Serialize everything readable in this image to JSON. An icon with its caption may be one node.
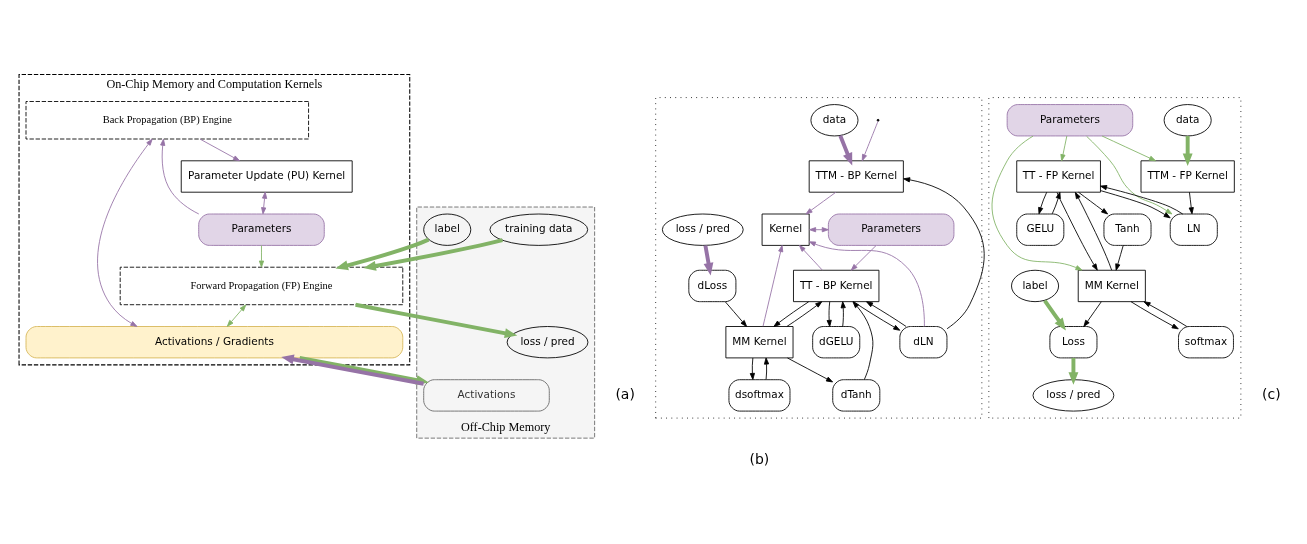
{
  "diagram": {
    "nodes": [
      {
        "text": [
          "On-Chip Memory and Computation Kernels"
        ]
      },
      {
        "text": [
          "Back Propagation (BP) Engine"
        ],
        "in": 0
      },
      {
        "text": [
          "Parameter Update (PU) Kernel"
        ],
        "in": 0
      },
      {
        "text": [
          "Parameters"
        ],
        "in": 0
      },
      {
        "text": [
          "Forward Propagation (FP) Engine"
        ],
        "in": 0
      },
      {
        "text": [
          "Activations / Gradients"
        ],
        "in": 0
      },
      {
        "text": [
          "Off-Chip Memory"
        ]
      },
      {
        "text": [
          "training data"
        ],
        "in": 6
      },
      {
        "text": [
          "Activations"
        ],
        "in": 6
      },
      {
        "text": [
          "label"
        ],
        "in": 6
      },
      {
        "text": [
          "loss / pred"
        ],
        "in": 6
      },
      {
        "text": [],
        "shape": "box"
      },
      {
        "text": [
          "data"
        ],
        "in": 11
      },
      {
        "text": [
          "Kernel"
        ],
        "in": 11
      },
      {
        "text": [
          "Parameters"
        ],
        "in": 11
      },
      {
        "text": [
          "TTM - BP Kernel"
        ],
        "in": 11
      },
      {
        "text": [
          "TT - BP Kernel"
        ],
        "in": 11
      },
      {
        "text": [
          "MM Kernel"
        ],
        "in": 11
      },
      {
        "text": [
          "loss / pred"
        ],
        "in": 11
      },
      {
        "text": [
          "dLoss"
        ],
        "in": 11
      },
      {
        "text": [
          "dLN"
        ],
        "in": 11
      },
      {
        "text": [
          "dGELU"
        ],
        "in": 11
      },
      {
        "text": [
          "dTanh"
        ],
        "in": 11
      },
      {
        "text": [
          "dsoftmax"
        ],
        "in": 11
      },
      {
        "text": [],
        "shape": "box"
      },
      {
        "text": [
          "data"
        ],
        "in": 24
      },
      {
        "text": [
          "Parameters"
        ],
        "in": 24
      },
      {
        "text": [
          "loss / pred"
        ],
        "in": 24
      },
      {
        "text": [
          "TTM - FP Kernel"
        ],
        "in": 24
      },
      {
        "text": [
          "TT - FP Kernel"
        ],
        "in": 24
      },
      {
        "text": [
          "MM Kernel"
        ],
        "in": 24
      },
      {
        "text": [
          "label"
        ],
        "in": 24
      },
      {
        "text": [
          "Loss"
        ],
        "in": 24
      },
      {
        "text": [
          "LN"
        ],
        "in": 24
      },
      {
        "text": [
          "GELU"
        ],
        "in": 24
      },
      {
        "text": [
          "Tanh"
        ],
        "in": 24
      },
      {
        "text": [
          "softmax"
        ],
        "in": 24
      }
    ],
    "edges": [
      {
        "from": 1,
        "to": 2,
        "arrow": "to",
        "color": "#9673a6"
      },
      {
        "from": 2,
        "to": 3,
        "arrow": "both",
        "color": "#9673a6"
      },
      {
        "from": 3,
        "to": 1,
        "arrow": "to",
        "color": "#9673a6"
      },
      {
        "from": 3,
        "to": 4,
        "arrow": "to",
        "color": "#82b366"
      },
      {
        "from": 7,
        "to": 4,
        "arrow": "to",
        "style": "thick",
        "color": "#82b366"
      },
      {
        "from": 9,
        "to": 4,
        "arrow": "to",
        "style": "thick",
        "color": "#82b366"
      },
      {
        "from": 4,
        "to": 10,
        "arrow": "to",
        "style": "thick",
        "color": "#82b366"
      },
      {
        "from": 4,
        "to": 5,
        "arrow": "both",
        "color": "#82b366"
      },
      {
        "from": 5,
        "to": 1,
        "arrow": "both",
        "color": "#9673a6"
      },
      {
        "from": 8,
        "to": 5,
        "arrow": "to",
        "style": "thick",
        "color": "#9673a6"
      },
      {
        "from": 5,
        "to": 8,
        "arrow": "to",
        "style": "thick",
        "color": "#82b366"
      },
      {
        "from": 12,
        "to": 15,
        "arrow": "to",
        "style": "thick",
        "color": "#9673a6"
      },
      {
        "from": null,
        "to": 15,
        "arrow": "to",
        "color": "#9673a6"
      },
      {
        "from": 15,
        "to": 13,
        "arrow": "to",
        "color": "#9673a6"
      },
      {
        "from": 20,
        "to": 13,
        "arrow": "to",
        "color": "#9673a6"
      },
      {
        "from": 13,
        "to": 14,
        "arrow": "both",
        "color": "#9673a6"
      },
      {
        "from": 16,
        "to": 13,
        "arrow": "to",
        "color": "#9673a6"
      },
      {
        "from": 17,
        "to": 13,
        "arrow": "to",
        "color": "#9673a6"
      },
      {
        "from": 14,
        "to": 16,
        "arrow": "to",
        "color": "#9673a6"
      },
      {
        "from": 18,
        "to": 19,
        "arrow": "to",
        "style": "thick",
        "color": "#9673a6"
      },
      {
        "from": 19,
        "to": 17,
        "arrow": "to"
      },
      {
        "from": 16,
        "to": 17,
        "arrow": "to"
      },
      {
        "from": 17,
        "to": 16,
        "arrow": "to"
      },
      {
        "from": 22,
        "to": 16,
        "arrow": "to"
      },
      {
        "from": 23,
        "to": 17,
        "arrow": "to"
      },
      {
        "from": 17,
        "to": 23,
        "arrow": "to"
      },
      {
        "from": 17,
        "to": 22,
        "arrow": "to"
      },
      {
        "from": 16,
        "to": 21,
        "arrow": "to"
      },
      {
        "from": 21,
        "to": 16,
        "arrow": "to"
      },
      {
        "from": 16,
        "to": 20,
        "arrow": "to"
      },
      {
        "from": 20,
        "to": 16,
        "arrow": "to"
      },
      {
        "from": 20,
        "to": 15,
        "arrow": "to"
      },
      {
        "from": 25,
        "to": 28,
        "arrow": "to",
        "style": "thick",
        "color": "#82b366"
      },
      {
        "from": 26,
        "to": 28,
        "arrow": "to",
        "color": "#82b366"
      },
      {
        "from": 26,
        "to": 33,
        "arrow": "to",
        "color": "#82b366"
      },
      {
        "from": 26,
        "to": 29,
        "arrow": "to",
        "color": "#82b366"
      },
      {
        "from": 26,
        "to": 30,
        "arrow": "to",
        "color": "#82b366"
      },
      {
        "from": 28,
        "to": 33,
        "arrow": "to"
      },
      {
        "from": 29,
        "to": 30,
        "arrow": "to"
      },
      {
        "from": 30,
        "to": 29,
        "arrow": "to"
      },
      {
        "from": 29,
        "to": 33,
        "arrow": "to"
      },
      {
        "from": 33,
        "to": 29,
        "arrow": "to"
      },
      {
        "from": 29,
        "to": 34,
        "arrow": "to"
      },
      {
        "from": 34,
        "to": 29,
        "arrow": "to"
      },
      {
        "from": 29,
        "to": 35,
        "arrow": "to"
      },
      {
        "from": 35,
        "to": 30,
        "arrow": "to"
      },
      {
        "from": 30,
        "to": 32,
        "arrow": "to"
      },
      {
        "from": 36,
        "to": 30,
        "arrow": "to"
      },
      {
        "from": 30,
        "to": 36,
        "arrow": "to"
      },
      {
        "from": 31,
        "to": 32,
        "arrow": "to",
        "style": "thick",
        "color": "#82b366"
      },
      {
        "from": 32,
        "to": 27,
        "arrow": "to",
        "style": "thick",
        "color": "#82b366"
      }
    ],
    "labels": [
      "(a)",
      "(b)",
      "(c)"
    ]
  }
}
